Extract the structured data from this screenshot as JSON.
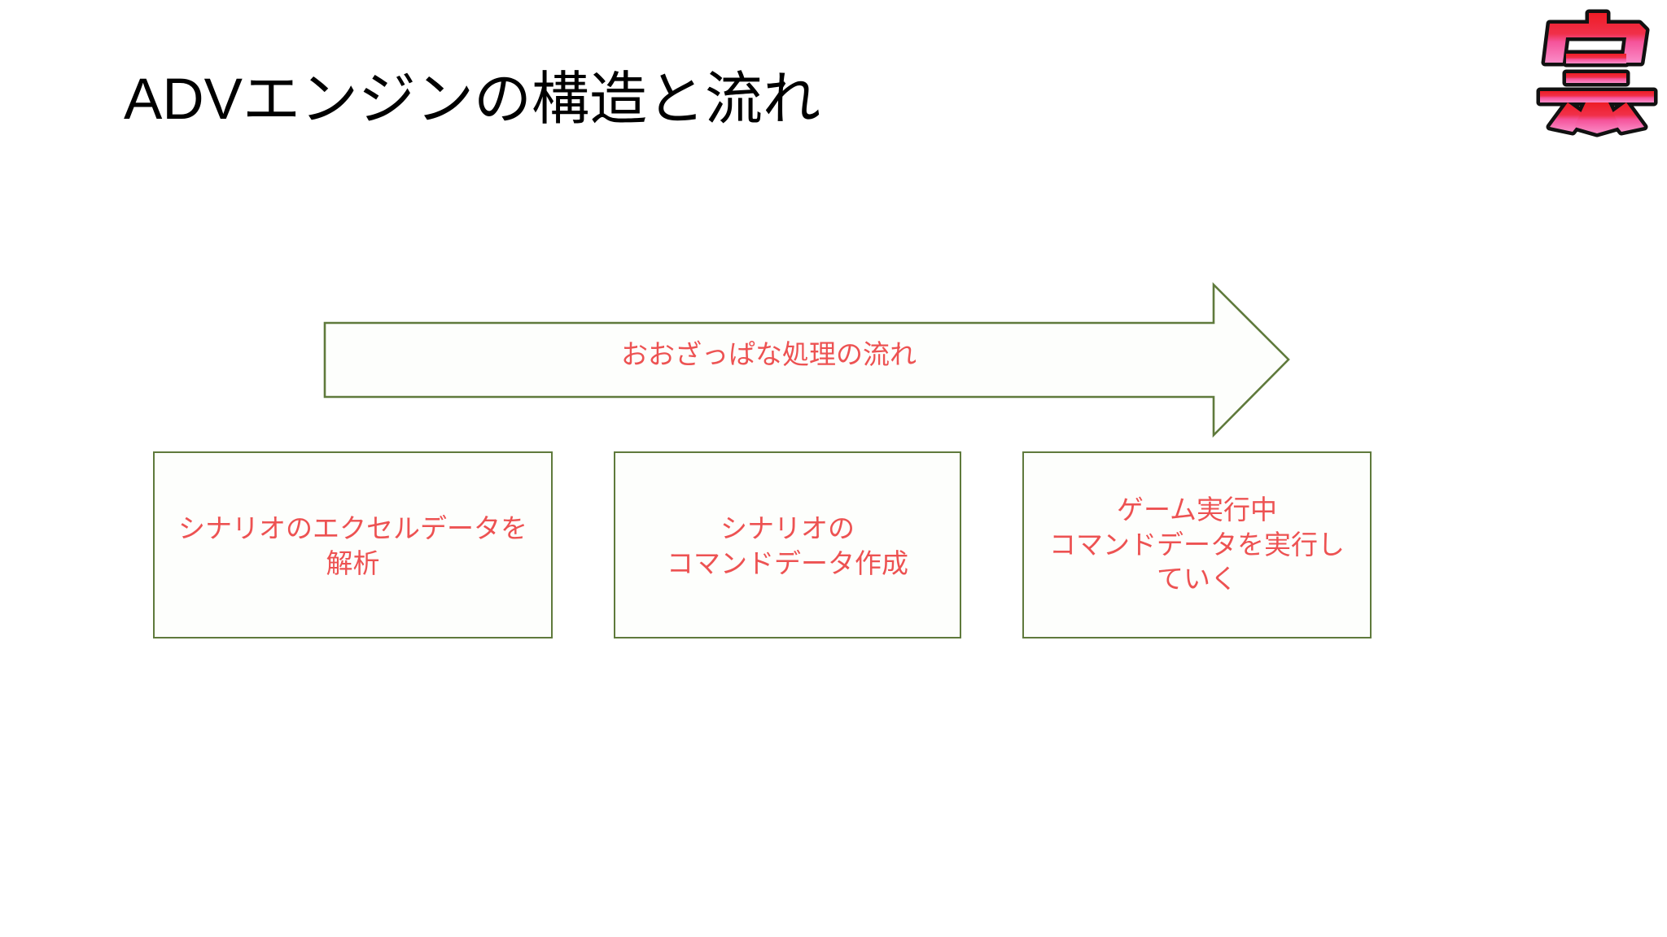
{
  "slide": {
    "title": "ADVエンジンの構造と流れ",
    "background_color": "#ffffff"
  },
  "logo": {
    "icon_name": "utage-kanji-logo-icon",
    "glyph": "宴",
    "gradient_top_color": "#ee1c25",
    "gradient_bottom_color": "#f87cc0",
    "outline_color": "#111111",
    "halo_color": "#ffffff"
  },
  "flow_arrow": {
    "label": "おおざっぱな処理の流れ",
    "icon_name": "right-arrow-icon",
    "stroke_color": "#5f7a3c",
    "fill_color": "#fdfefc",
    "direction": "right"
  },
  "stages": [
    {
      "id": "stage-1",
      "label": "シナリオのエクセルデータを\n解析",
      "lines": [
        "シナリオのエクセルデータを",
        "解析"
      ],
      "border_color": "#5f7a3c",
      "text_color": "#ed5252"
    },
    {
      "id": "stage-2",
      "label": "シナリオの\nコマンドデータ作成",
      "lines": [
        "シナリオの",
        "コマンドデータ作成"
      ],
      "border_color": "#5f7a3c",
      "text_color": "#ed5252"
    },
    {
      "id": "stage-3",
      "label": "ゲーム実行中\nコマンドデータを実行し\nていく",
      "lines": [
        "ゲーム実行中",
        "コマンドデータを実行し",
        "ていく"
      ],
      "border_color": "#5f7a3c",
      "text_color": "#ed5252"
    }
  ]
}
